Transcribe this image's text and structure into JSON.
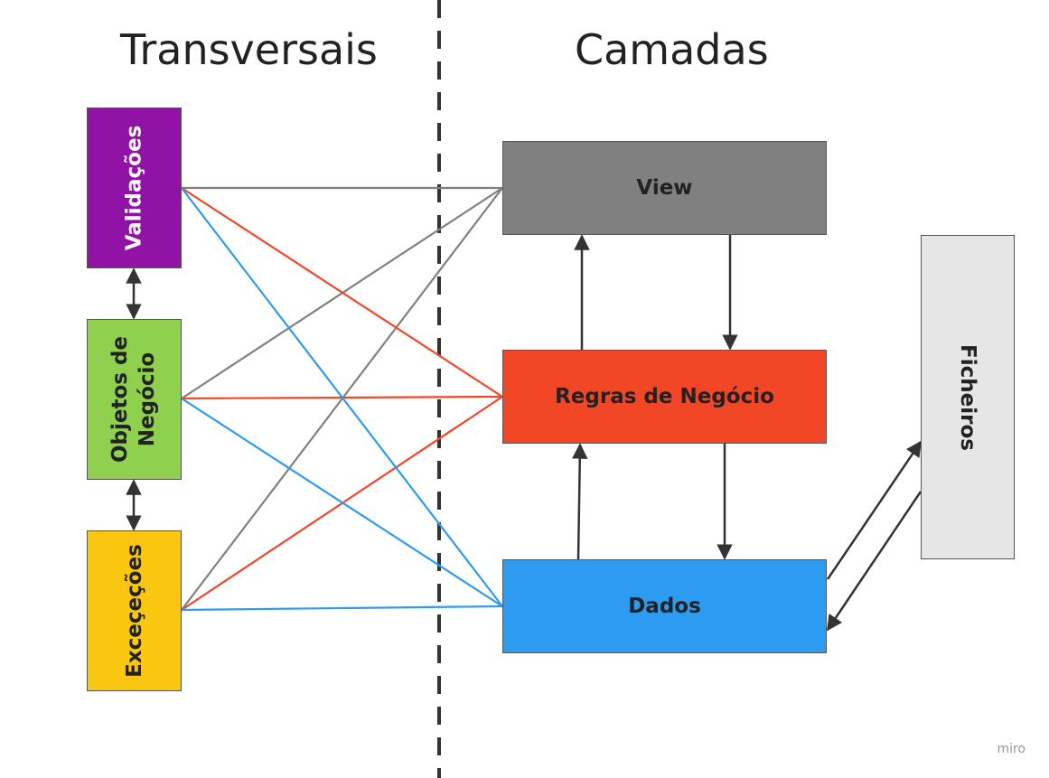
{
  "headings": {
    "left": "Transversais",
    "right": "Camadas"
  },
  "nodes": {
    "validacoes": {
      "label": "Validações",
      "color": "#9013a6",
      "text_color": "#ffffff"
    },
    "objetos": {
      "label": "Objetos de\nNegócio",
      "color": "#8fd14f",
      "text_color": "#222222"
    },
    "excecoes": {
      "label": "Exceçeções",
      "color": "#fac710",
      "text_color": "#222222"
    },
    "view": {
      "label": "View",
      "color": "#808080",
      "text_color": "#222222"
    },
    "regras": {
      "label": "Regras de Negócio",
      "color": "#f24726",
      "text_color": "#222222"
    },
    "dados": {
      "label": "Dados",
      "color": "#2d9bf0",
      "text_color": "#222222"
    },
    "ficheiros": {
      "label": "Ficheiros",
      "color": "#e6e6e6",
      "text_color": "#222222"
    }
  },
  "connector_colors": {
    "view": "#808080",
    "regras": "#f24726",
    "dados": "#2d9bf0",
    "arrow": "#333333"
  },
  "watermark": "miro"
}
